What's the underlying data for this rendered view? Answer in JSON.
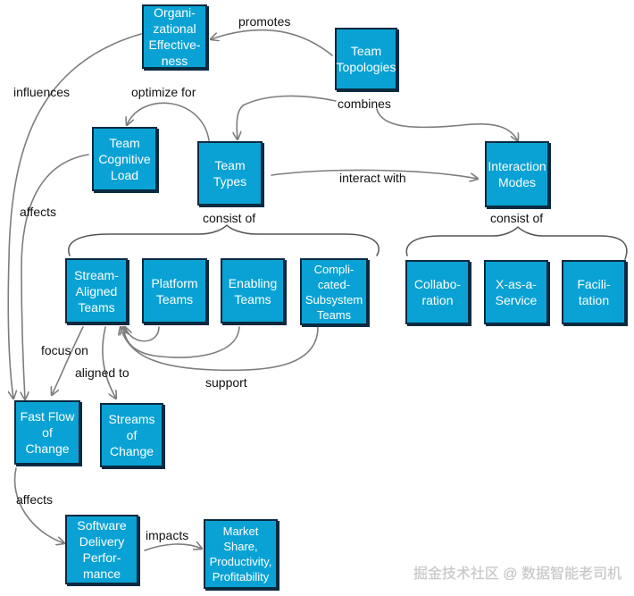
{
  "nodes": {
    "organizational_effectiveness": "Organi-\nzational\nEffective-\nness",
    "team_topologies": "Team\nTopologies",
    "team_cognitive_load": "Team\nCognitive\nLoad",
    "team_types": "Team\nTypes",
    "interaction_modes": "Interaction\nModes",
    "stream_aligned_teams": "Stream-\nAligned\nTeams",
    "platform_teams": "Platform\nTeams",
    "enabling_teams": "Enabling\nTeams",
    "complicated_subsystem_teams": "Compli-\ncated-\nSubsystem\nTeams",
    "collaboration": "Collabo-\nration",
    "x_as_a_service": "X-as-a-\nService",
    "facilitation": "Facili-\ntation",
    "fast_flow_of_change": "Fast Flow\nof\nChange",
    "streams_of_change": "Streams\nof\nChange",
    "software_delivery_performance": "Software\nDelivery\nPerfor-\nmance",
    "market_share": "Market\nShare,\nProductivity,\nProfitability"
  },
  "edges": {
    "promotes": "promotes",
    "influences": "influences",
    "optimize_for": "optimize for",
    "combines": "combines",
    "affects_1": "affects",
    "interact_with": "interact with",
    "consist_of_team_types": "consist of",
    "consist_of_interaction_modes": "consist of",
    "focus_on": "focus on",
    "aligned_to": "aligned to",
    "support": "support",
    "affects_2": "affects",
    "impacts": "impacts"
  },
  "watermark": "掘金技术社区 @ 数据智能老司机",
  "colors": {
    "box_fill": "#0aa2d4",
    "box_border": "#0b2a40",
    "box_text": "#ffffff",
    "edge": "#7d7d7d",
    "label_text": "#111111"
  }
}
